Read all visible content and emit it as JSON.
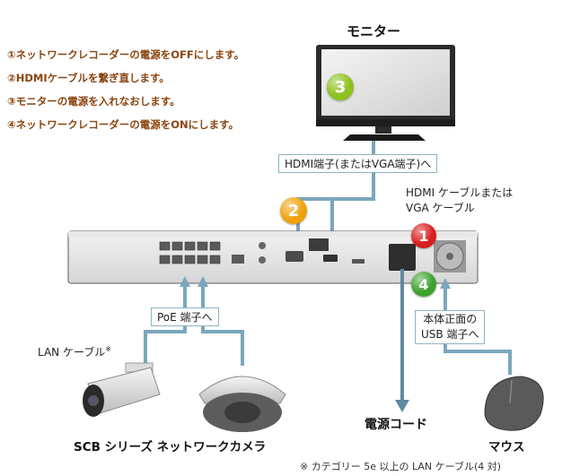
{
  "steps": [
    "①ネットワークレコーダーの電源をOFFにします。",
    "②HDMIケーブルを繋ぎ直します。",
    "③モニターの電源を入れなおします。",
    "④ネットワークレコーダーの電源をONにします。"
  ],
  "labels": {
    "monitor": "モニター",
    "hdmi_port": "HDMI端子(またはVGA端子)へ",
    "hdmi_cable_line1": "HDMI ケーブルまたは",
    "hdmi_cable_line2": "VGA ケーブル",
    "poe_port": "PoE 端子へ",
    "lan_cable": "LAN ケーブル",
    "lan_cable_mark": "※",
    "usb_line1": "本体正面の",
    "usb_line2": "USB 端子へ",
    "power_cord": "電源コード",
    "camera": "SCB シリーズ ネットワークカメラ",
    "mouse": "マウス",
    "footnote": "※  カテゴリー 5e 以上の LAN ケーブル(4 対)"
  },
  "badges": {
    "b1": {
      "text": "1",
      "color": "#d81e1e"
    },
    "b2": {
      "text": "2",
      "color": "#f0a20c"
    },
    "b3": {
      "text": "3",
      "color": "#8cc21e"
    },
    "b4": {
      "text": "4",
      "color": "#3da22d"
    }
  },
  "colors": {
    "cable": "#7aa7bd",
    "power_cable": "#5f8aa0",
    "step_text": "#8a4510"
  }
}
